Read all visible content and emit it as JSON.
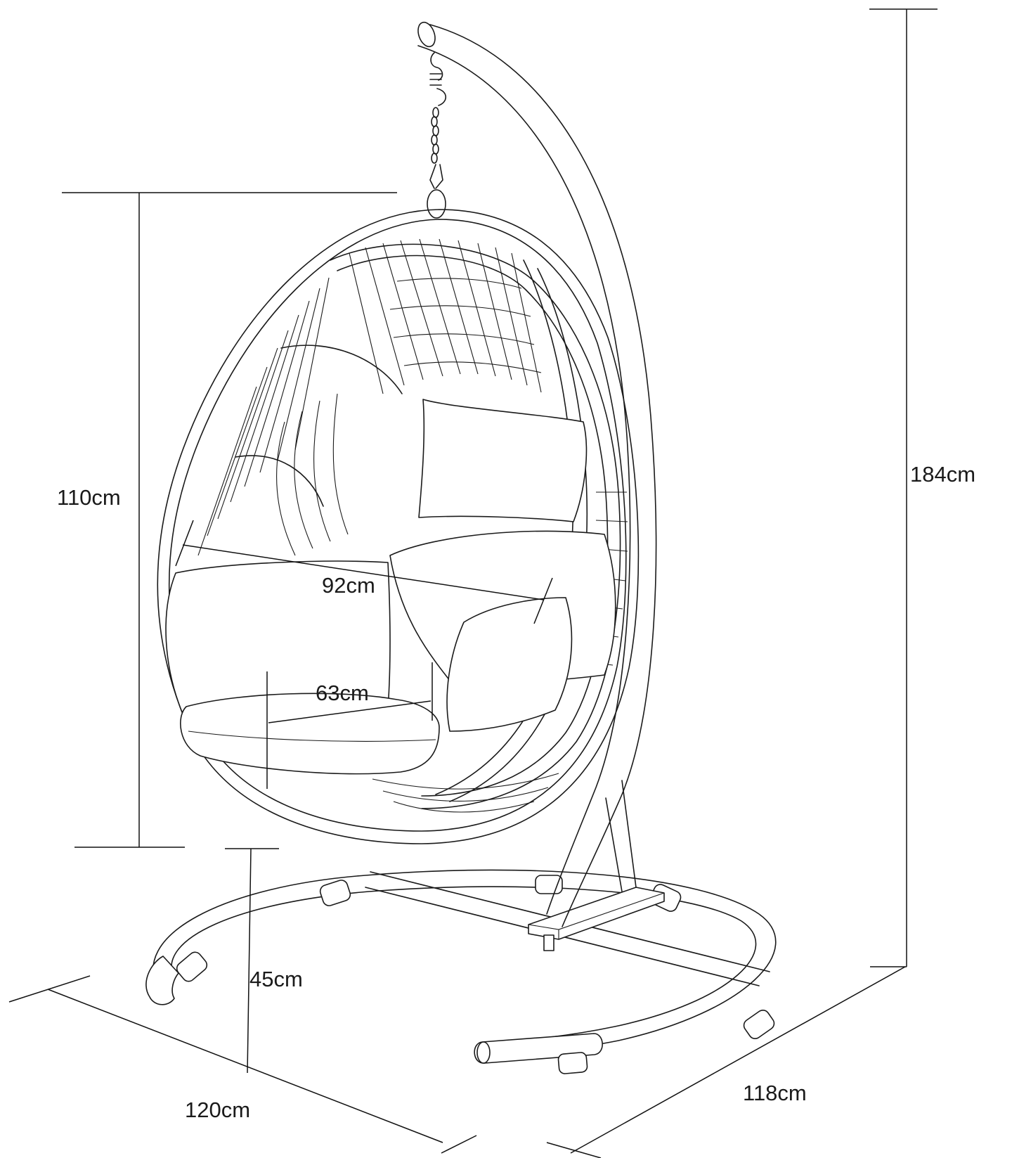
{
  "dimensions": {
    "total_height": "184cm",
    "basket_height": "110cm",
    "basket_width": "92cm",
    "seat_width": "63cm",
    "seat_height": "45cm",
    "base_length": "120cm",
    "base_width": "118cm"
  },
  "colors": {
    "line": "#1a1a1a",
    "background": "#ffffff"
  }
}
